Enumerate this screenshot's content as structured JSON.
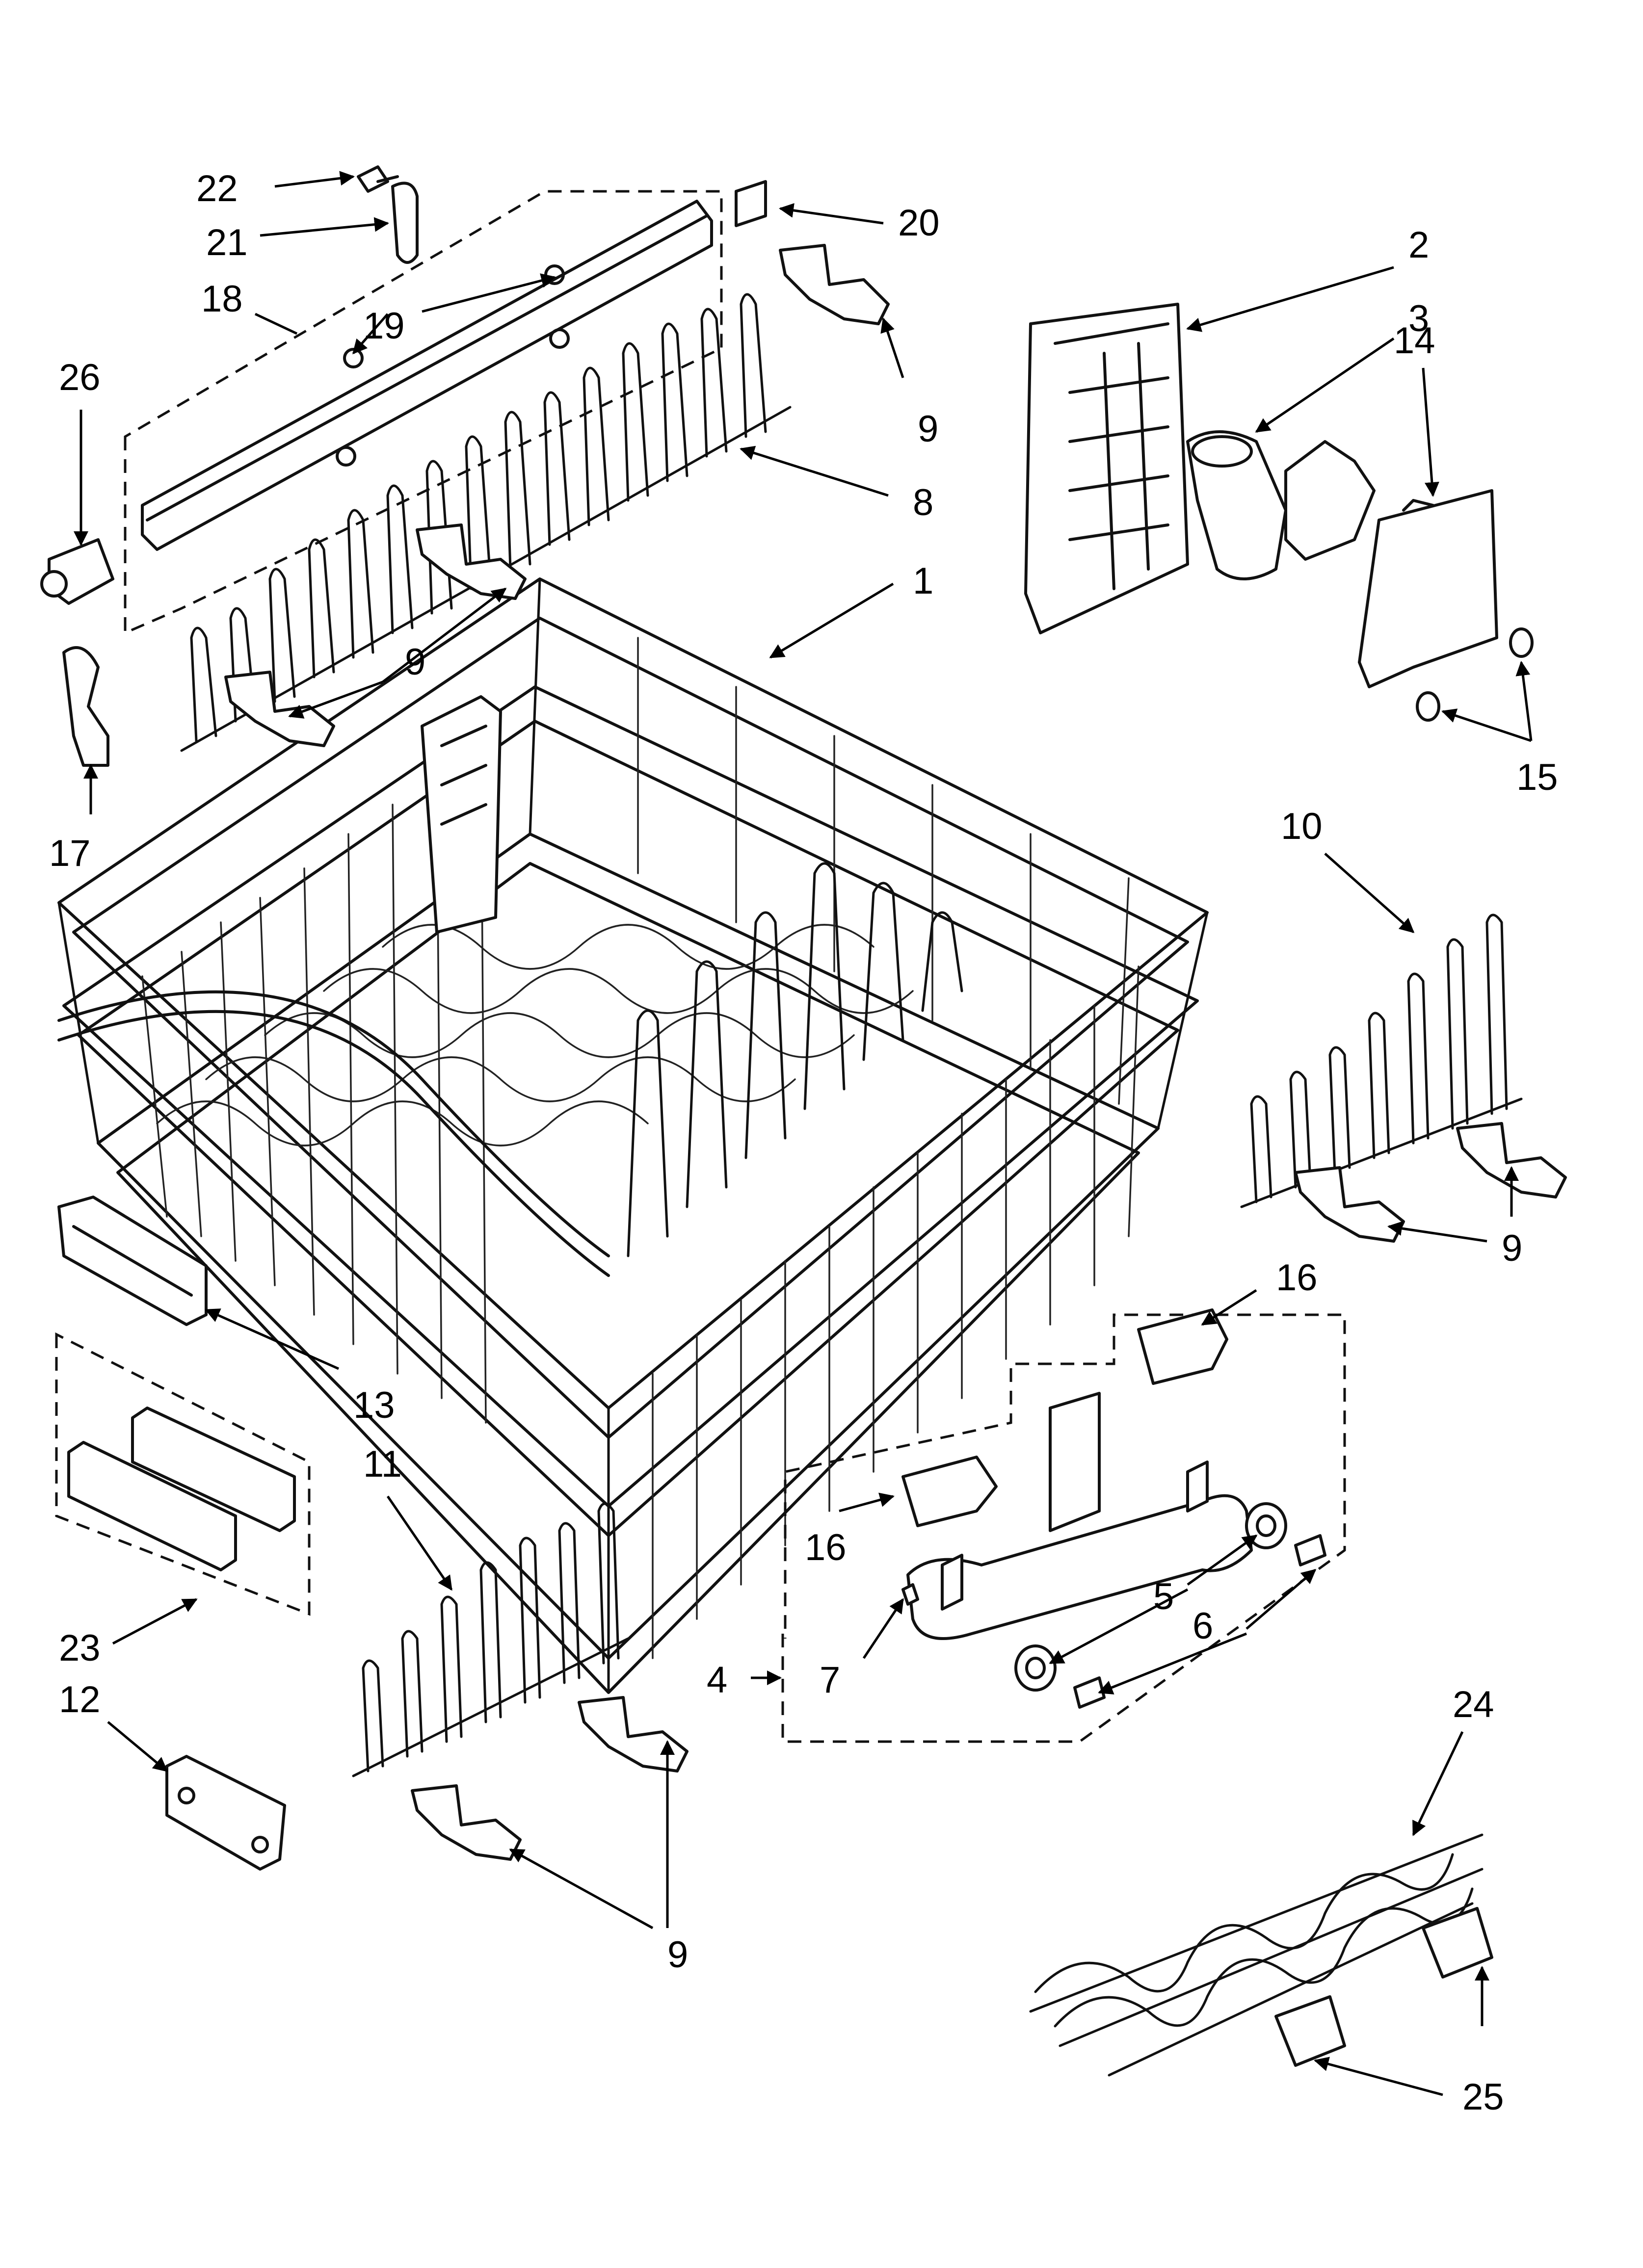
{
  "diagram": {
    "callouts": [
      {
        "id": "22",
        "text": "22"
      },
      {
        "id": "21",
        "text": "21"
      },
      {
        "id": "18",
        "text": "18"
      },
      {
        "id": "19",
        "text": "19"
      },
      {
        "id": "26",
        "text": "26"
      },
      {
        "id": "20",
        "text": "20"
      },
      {
        "id": "9a",
        "text": "9"
      },
      {
        "id": "8",
        "text": "8"
      },
      {
        "id": "1",
        "text": "1"
      },
      {
        "id": "9b",
        "text": "9"
      },
      {
        "id": "17",
        "text": "17"
      },
      {
        "id": "2",
        "text": "2"
      },
      {
        "id": "3",
        "text": "3"
      },
      {
        "id": "14",
        "text": "14"
      },
      {
        "id": "15",
        "text": "15"
      },
      {
        "id": "10",
        "text": "10"
      },
      {
        "id": "9c",
        "text": "9"
      },
      {
        "id": "13",
        "text": "13"
      },
      {
        "id": "16a",
        "text": "16"
      },
      {
        "id": "11",
        "text": "11"
      },
      {
        "id": "16b",
        "text": "16"
      },
      {
        "id": "5",
        "text": "5"
      },
      {
        "id": "6",
        "text": "6"
      },
      {
        "id": "23",
        "text": "23"
      },
      {
        "id": "4",
        "text": "4"
      },
      {
        "id": "7",
        "text": "7"
      },
      {
        "id": "12",
        "text": "12"
      },
      {
        "id": "24",
        "text": "24"
      },
      {
        "id": "9d",
        "text": "9"
      },
      {
        "id": "25",
        "text": "25"
      }
    ]
  }
}
